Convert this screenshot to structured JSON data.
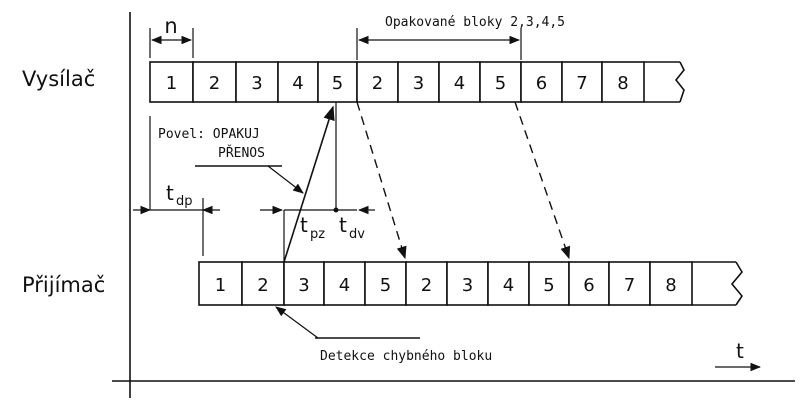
{
  "rows": {
    "transmitter_label": "Vysílač",
    "receiver_label": "Přijímač"
  },
  "transmitter_blocks": [
    "1",
    "2",
    "3",
    "4",
    "5",
    "2",
    "3",
    "4",
    "5",
    "6",
    "7",
    "8"
  ],
  "receiver_blocks": [
    "1",
    "2",
    "3",
    "4",
    "5",
    "2",
    "3",
    "4",
    "5",
    "6",
    "7",
    "8"
  ],
  "labels": {
    "n": "n",
    "repeated_blocks": "Opakované bloky 2,3,4,5",
    "command_line1": "Povel: OPAKUJ",
    "command_line2": "PŘENOS",
    "error_detection": "Detekce chybného bloku",
    "time_axis": "t",
    "t_dp_main": "t",
    "t_dp_sub": "dp",
    "t_pz_main": "t",
    "t_pz_sub": "pz",
    "t_dv_main": "t",
    "t_dv_sub": "dv"
  }
}
